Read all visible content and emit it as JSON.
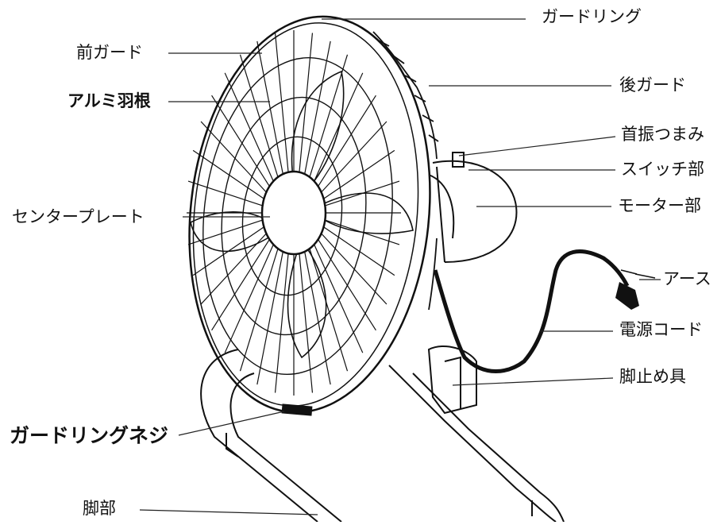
{
  "labels": {
    "guard_ring": "ガードリング",
    "front_guard": "前ガード",
    "aluminum_blade": "アルミ羽根",
    "rear_guard": "後ガード",
    "oscillation_knob": "首振つまみ",
    "switch": "スイッチ部",
    "center_plate": "センタープレート",
    "motor": "モーター部",
    "earth": "アース",
    "power_cord": "電源コード",
    "stand_stopper": "脚止め具",
    "guard_ring_screw": "ガードリングネジ",
    "stand": "脚部"
  }
}
